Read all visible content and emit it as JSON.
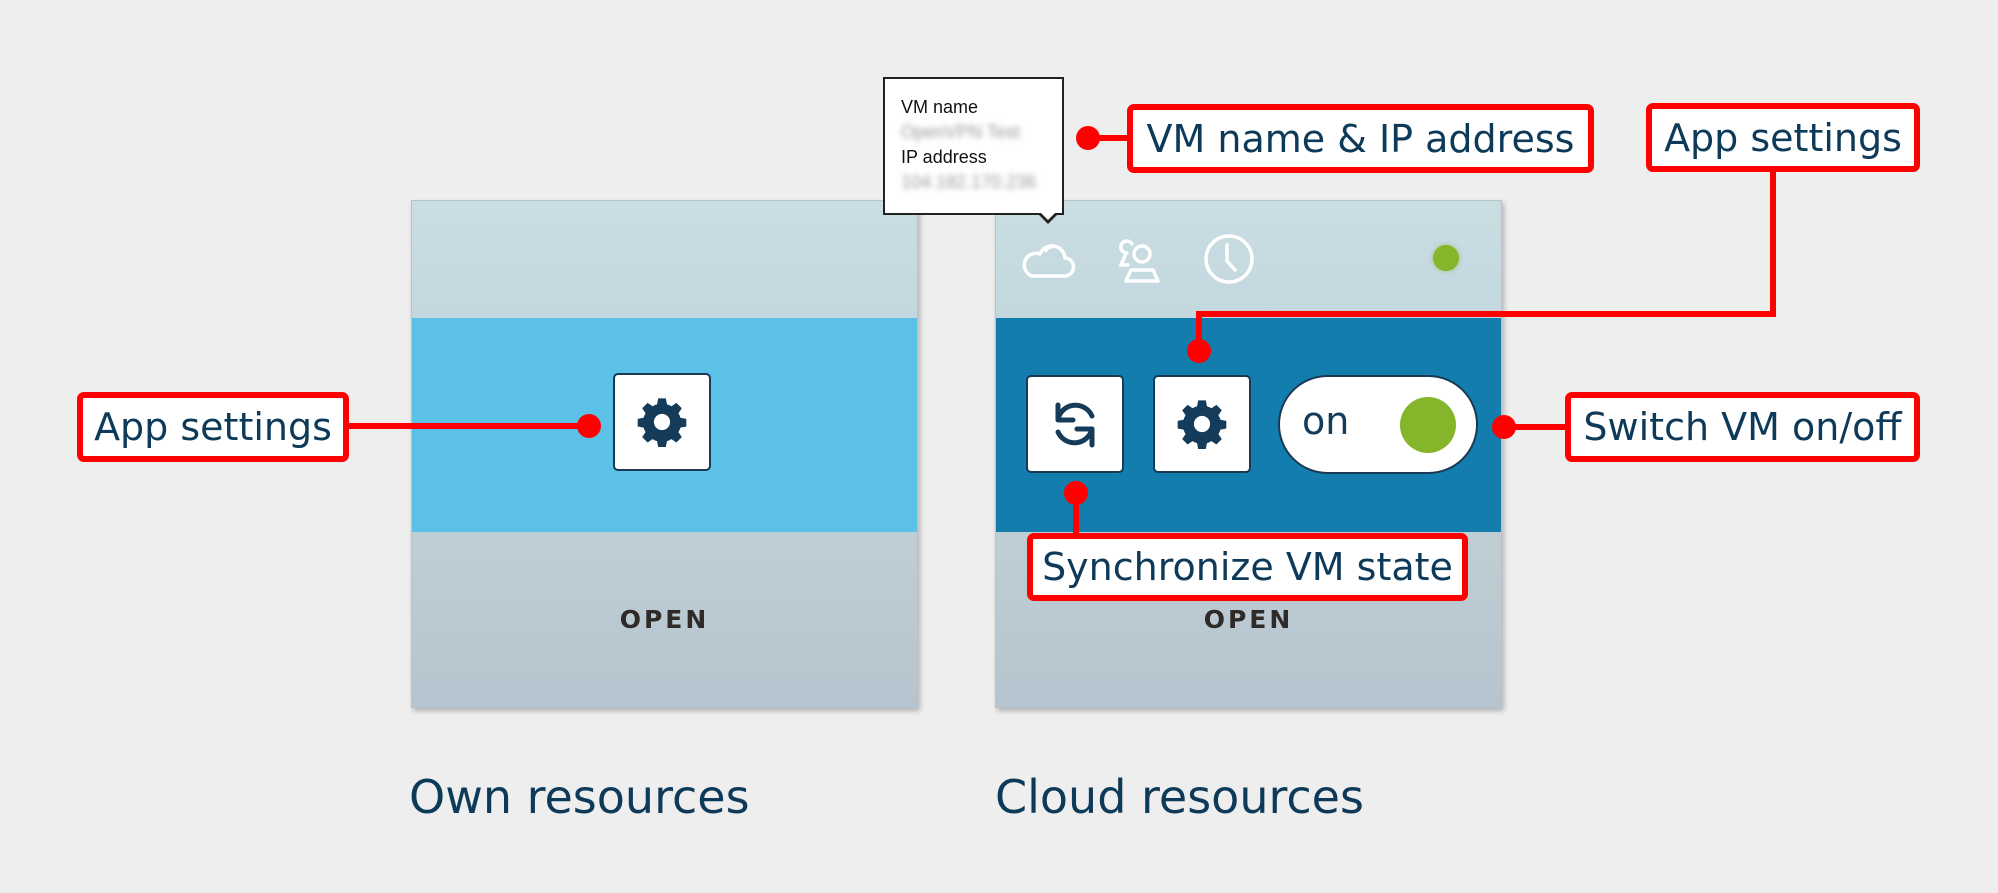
{
  "colors": {
    "background": "#eeeeee",
    "callout_red": "#ff0000",
    "label_navy": "#0e3a5a",
    "own_band": "#5cc1e7",
    "cloud_band": "#137dae",
    "status_green": "#84b52a"
  },
  "own_card": {
    "settings_button_icon": "gear-icon",
    "open_label": "OPEN",
    "caption": "Own resources"
  },
  "cloud_card": {
    "top_icons": [
      "cloud-icon",
      "users-icon",
      "clock-icon"
    ],
    "status": "running",
    "sync_button_icon": "sync-icon",
    "settings_button_icon": "gear-icon",
    "toggle": {
      "label": "on",
      "state": "on"
    },
    "open_label": "OPEN",
    "caption": "Cloud resources",
    "tooltip": {
      "vm_name_label": "VM name",
      "vm_name_value": "OpenVPN Test",
      "ip_label": "IP address",
      "ip_value": "104.182.170.236"
    }
  },
  "callouts": {
    "left_app_settings": "App settings",
    "vm_name_ip": "VM name & IP address",
    "right_app_settings": "App settings",
    "switch_vm": "Switch VM on/off",
    "sync_vm": "Synchronize VM state"
  }
}
